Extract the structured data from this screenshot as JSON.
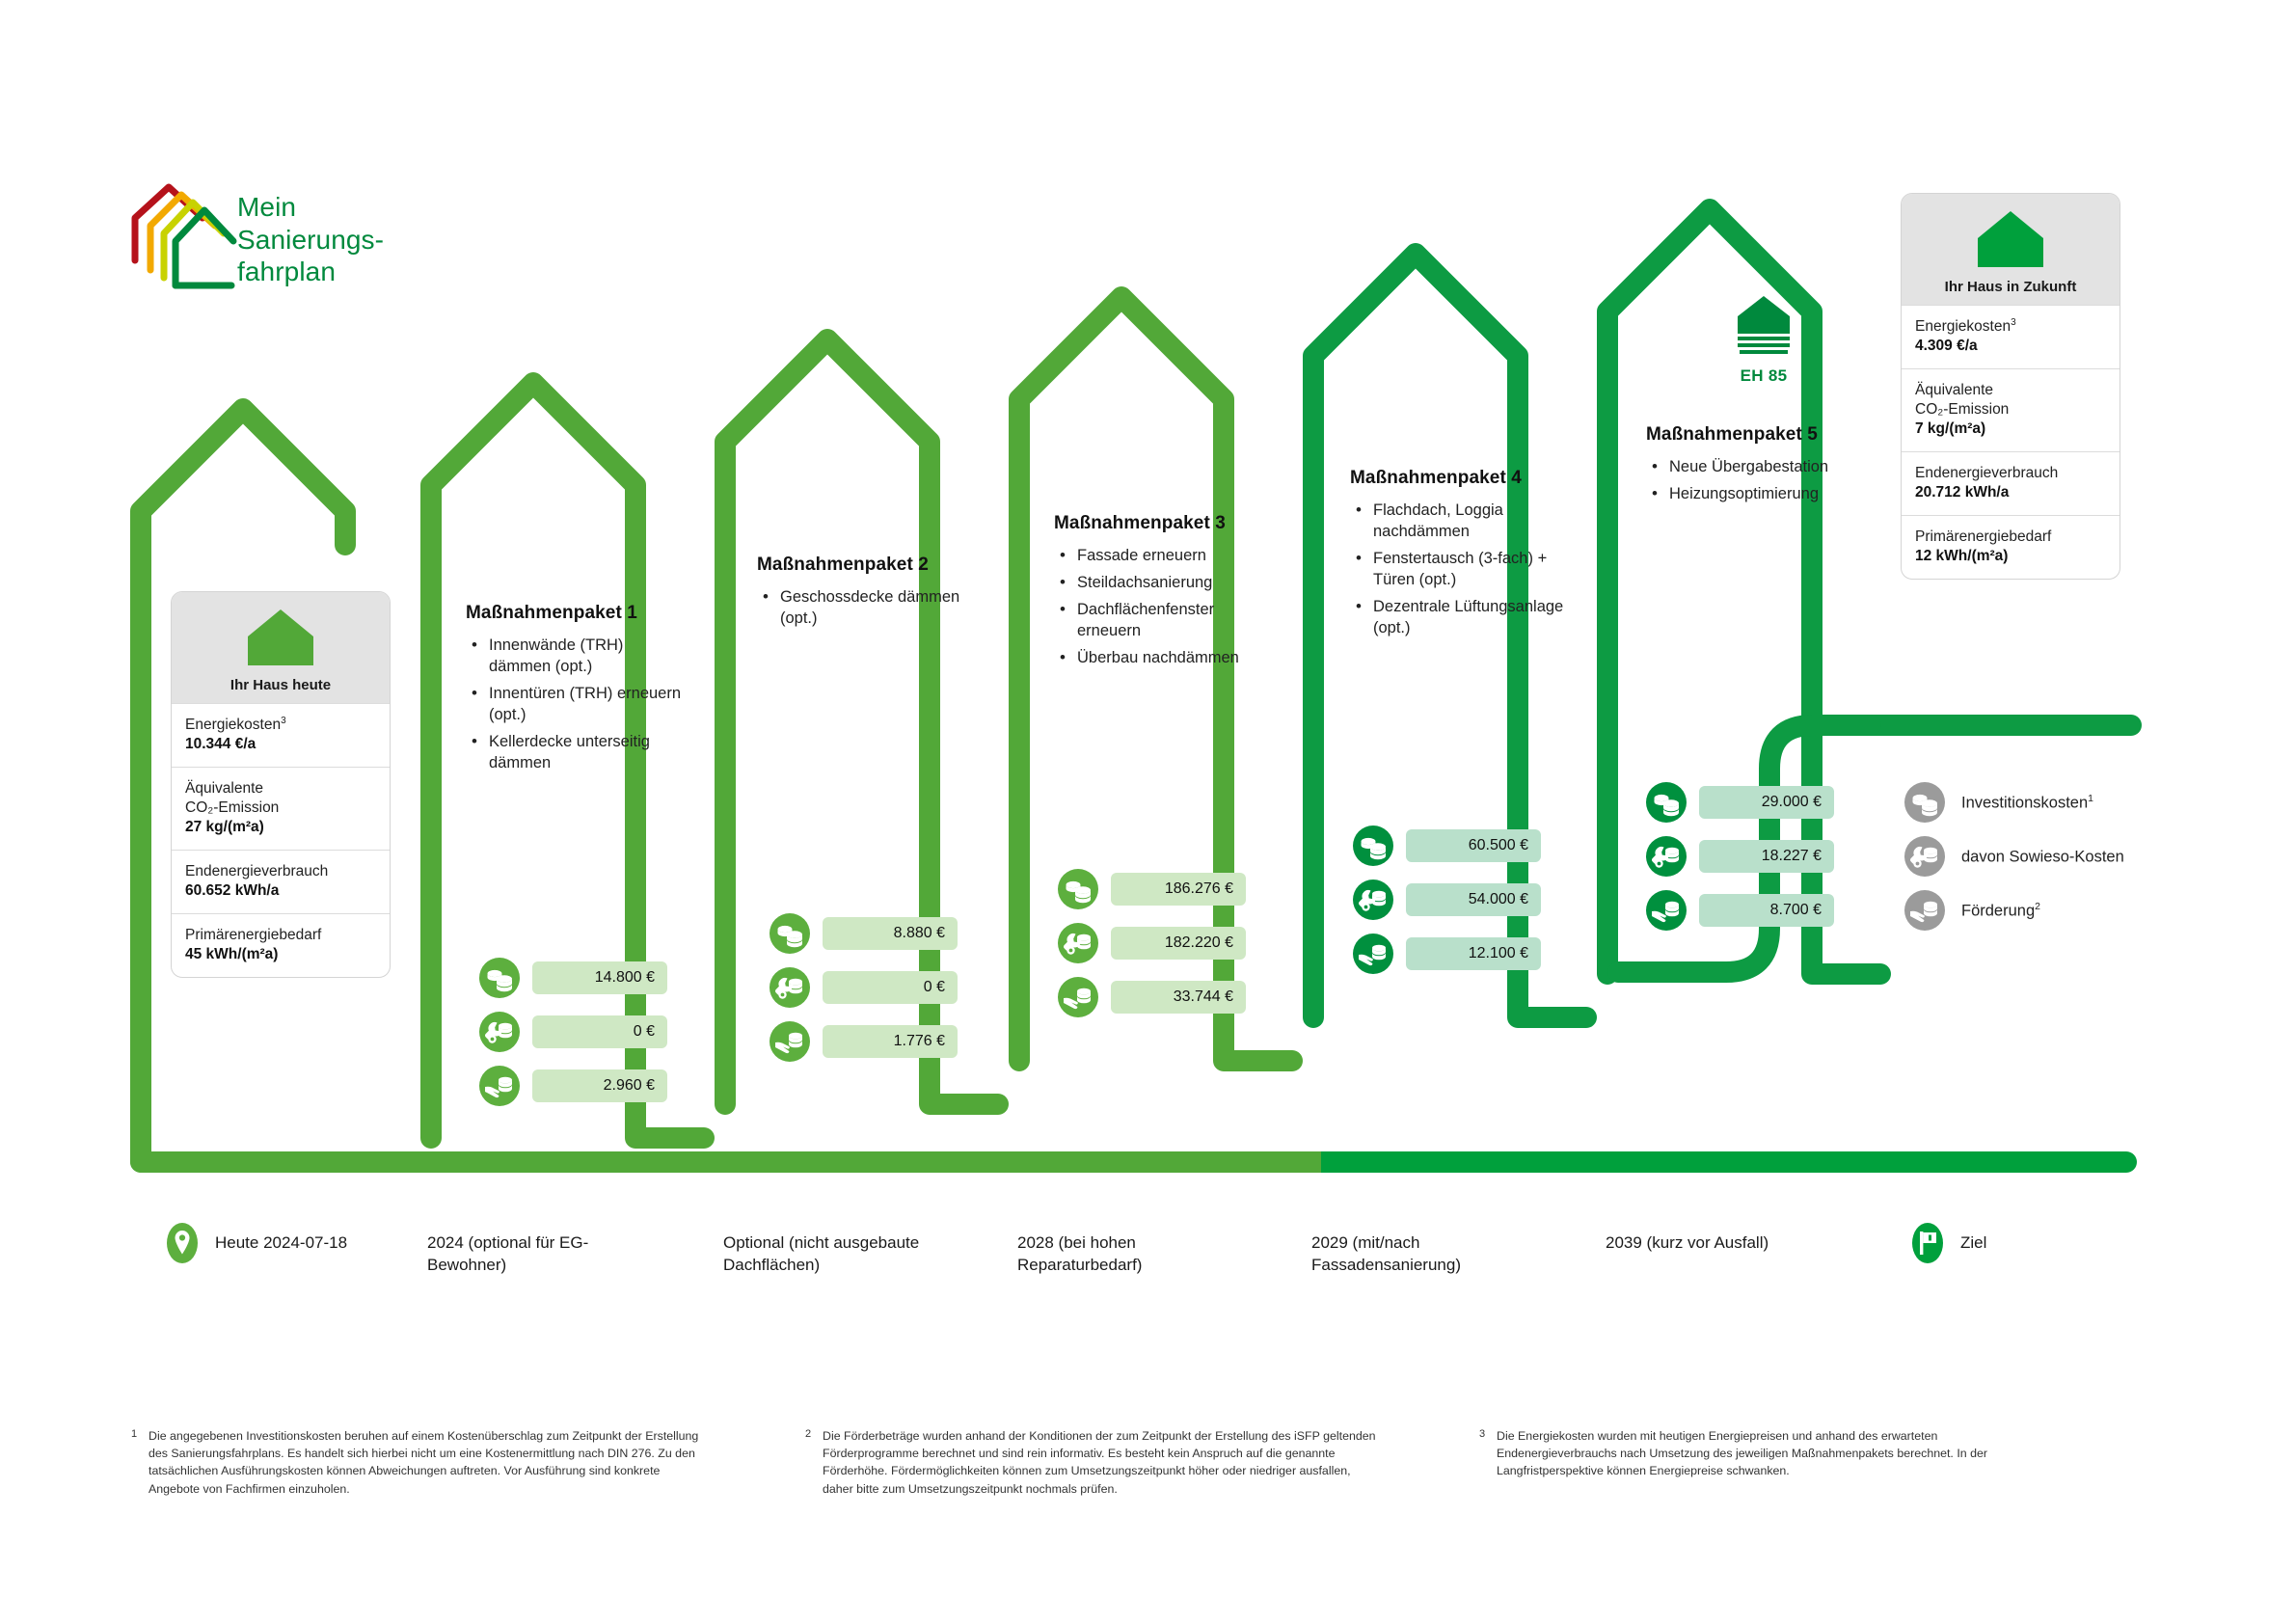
{
  "logo": {
    "line1": "Mein",
    "line2": "Sanierungs-",
    "line3": "fahrplan",
    "colors": [
      "#B5121B",
      "#F2A900",
      "#C8D200",
      "#00893D"
    ]
  },
  "colors": {
    "light_green": "#52A838",
    "dark_green": "#00A03C",
    "pill_light": "#cfe8c4",
    "pill_dark": "#b9e0cb",
    "card_header": "#e3e3e3",
    "legend_gray": "#9b9b9b",
    "house_today": "#52A838",
    "house_future": "#00A03C"
  },
  "today_card": {
    "icon": "house-icon",
    "title": "Ihr Haus heute",
    "rows": [
      {
        "label": "Energiekosten",
        "sup": "3",
        "value": "10.344 €/a"
      },
      {
        "label": "Äquivalente",
        "label2": "CO₂-Emission",
        "value": "27 kg/(m²a)"
      },
      {
        "label": "Endenergieverbrauch",
        "value": "60.652 kWh/a"
      },
      {
        "label": "Primärenergiebedarf",
        "value": "45 kWh/(m²a)"
      }
    ]
  },
  "future_card": {
    "icon": "house-icon",
    "title": "Ihr Haus in Zukunft",
    "rows": [
      {
        "label": "Energiekosten",
        "sup": "3",
        "value": "4.309 €/a"
      },
      {
        "label": "Äquivalente",
        "label2": "CO₂-Emission",
        "value": "7 kg/(m²a)"
      },
      {
        "label": "Endenergieverbrauch",
        "value": "20.712 kWh/a"
      },
      {
        "label": "Primärenergiebedarf",
        "value": "12 kWh/(m²a)"
      }
    ]
  },
  "efficiency_badge": {
    "icon": "efficiency-house-icon",
    "label": "EH 85"
  },
  "packages": [
    {
      "title": "Maßnahmenpaket 1",
      "measures": [
        "Innenwände (TRH) dämmen (opt.)",
        "Innentüren (TRH) erneuern (opt.)",
        "Kellerdecke unterseitig dämmen"
      ],
      "costs": {
        "investition": "14.800 €",
        "sowieso": "0 €",
        "foerderung": "2.960 €"
      },
      "timeline": "2024 (optional für EG-Bewohner)"
    },
    {
      "title": "Maßnahmenpaket 2",
      "measures": [
        "Geschossdecke dämmen (opt.)"
      ],
      "costs": {
        "investition": "8.880 €",
        "sowieso": "0 €",
        "foerderung": "1.776 €"
      },
      "timeline": "Optional (nicht ausgebaute Dachflächen)"
    },
    {
      "title": "Maßnahmenpaket 3",
      "measures": [
        "Fassade erneuern",
        "Steildachsanierung",
        "Dachflächenfenster erneuern",
        "Überbau nachdämmen"
      ],
      "costs": {
        "investition": "186.276 €",
        "sowieso": "182.220 €",
        "foerderung": "33.744 €"
      },
      "timeline": "2028 (bei hohen Reparaturbedarf)"
    },
    {
      "title": "Maßnahmenpaket 4",
      "measures": [
        "Flachdach, Loggia nachdämmen",
        "Fenstertausch (3-fach) + Türen (opt.)",
        "Dezentrale Lüftungsanlage (opt.)"
      ],
      "costs": {
        "investition": "60.500 €",
        "sowieso": "54.000 €",
        "foerderung": "12.100 €"
      },
      "timeline": "2029 (mit/nach Fassadensanierung)"
    },
    {
      "title": "Maßnahmenpaket 5",
      "measures": [
        "Neue Übergabestation",
        "Heizungsoptimierung"
      ],
      "costs": {
        "investition": "29.000 €",
        "sowieso": "18.227 €",
        "foerderung": "8.700 €"
      },
      "timeline": "2039 (kurz vor Ausfall)"
    }
  ],
  "legend": [
    {
      "icon": "coins-icon",
      "label": "Investitionskosten",
      "sup": "1"
    },
    {
      "icon": "wrench-coins-icon",
      "label": "davon Sowieso-Kosten",
      "sup": ""
    },
    {
      "icon": "hand-coins-icon",
      "label": "Förderung",
      "sup": "2"
    }
  ],
  "timeline": {
    "start": {
      "icon": "map-pin-icon",
      "label": "Heute 2024-07-18"
    },
    "end": {
      "icon": "flag-icon",
      "label": "Ziel"
    }
  },
  "footnotes": [
    {
      "num": "1",
      "text": "Die angegebenen Investitionskosten beruhen auf einem Kostenüberschlag zum Zeitpunkt der Erstellung des Sanierungsfahrplans. Es handelt sich hierbei nicht um eine Kostenermittlung nach DIN 276. Zu den tatsächlichen Ausführungskosten können Abweichungen auftreten. Vor Ausführung sind konkrete Angebote von Fachfirmen einzuholen."
    },
    {
      "num": "2",
      "text": "Die Förderbeträge wurden anhand der Konditionen der zum Zeitpunkt der Erstellung des iSFP geltenden Förderprogramme berechnet und sind rein informativ. Es besteht kein Anspruch auf die genannte Förderhöhe. Fördermöglichkeiten können zum Umsetzungszeitpunkt höher oder niedriger ausfallen, daher bitte zum Umsetzungszeitpunkt nochmals prüfen."
    },
    {
      "num": "3",
      "text": "Die Energiekosten wurden mit heutigen Energiepreisen und anhand des erwarteten Endenergieverbrauchs nach Umsetzung des jeweiligen Maßnahmenpakets berechnet. In der Langfristperspektive können Energiepreise schwanken."
    }
  ]
}
